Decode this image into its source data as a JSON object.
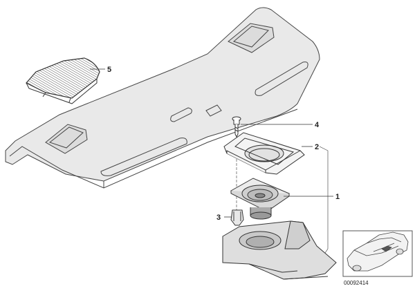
{
  "diagram": {
    "callouts": [
      {
        "id": "5",
        "label": "5"
      },
      {
        "id": "4",
        "label": "4"
      },
      {
        "id": "2",
        "label": "2"
      },
      {
        "id": "1",
        "label": "1"
      },
      {
        "id": "3",
        "label": "3"
      }
    ],
    "reference_number": "00092414"
  }
}
